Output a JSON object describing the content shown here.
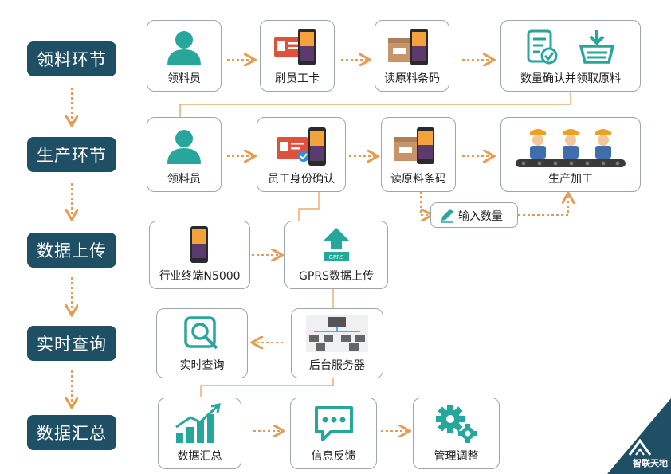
{
  "stages": [
    "领料环节",
    "生产环节",
    "数据上传",
    "实时查询",
    "数据汇总"
  ],
  "nodes": {
    "r1_worker": "领料员",
    "r1_card": "刷员工卡",
    "r1_scan": "读原料条码",
    "r1_confirm": "数量确认并领取原料",
    "r2_worker": "领料员",
    "r2_identity": "员工身份确认",
    "r2_scan": "读原料条码",
    "r2_production": "生产加工",
    "r2_input": "输入数量",
    "r3_terminal": "行业终端N5000",
    "r3_gprs": "GPRS数据上传",
    "r4_query": "实时查询",
    "r4_server": "后台服务器",
    "r5_summary": "数据汇总",
    "r5_feedback": "信息反馈",
    "r5_adjust": "管理调整"
  },
  "gprs_tag": "GPRS",
  "brand": "智联天地",
  "colors": {
    "accent": "#27a69b",
    "arrow": "#e89a4e",
    "stage": "#1e4f64"
  }
}
